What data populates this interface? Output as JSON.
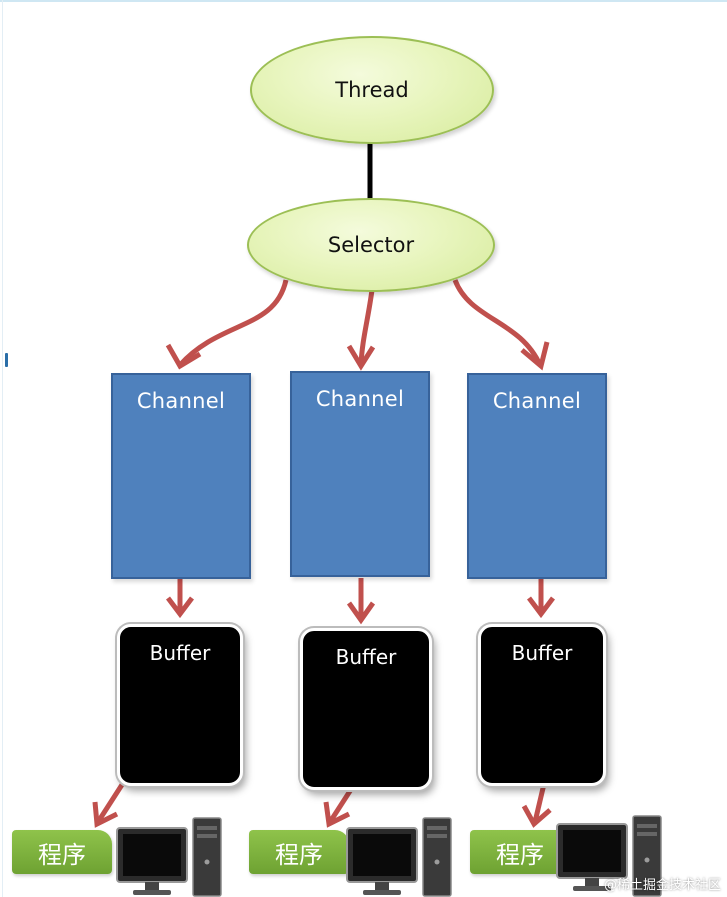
{
  "diagram": {
    "thread_label": "Thread",
    "selector_label": "Selector",
    "channels": [
      {
        "label": "Channel"
      },
      {
        "label": "Channel"
      },
      {
        "label": "Channel"
      }
    ],
    "buffers": [
      {
        "label": "Buffer"
      },
      {
        "label": "Buffer"
      },
      {
        "label": "Buffer"
      }
    ],
    "programs": [
      {
        "label": "程序"
      },
      {
        "label": "程序"
      },
      {
        "label": "程序"
      }
    ],
    "watermark": "@稀土掘金技术社区"
  },
  "colors": {
    "ellipse_fill": "#e8f5be",
    "ellipse_border": "#9cbf55",
    "channel_fill": "#4f81bd",
    "buffer_fill": "#000000",
    "program_fill": "#7fb33e",
    "arrow": "#c0504d"
  }
}
